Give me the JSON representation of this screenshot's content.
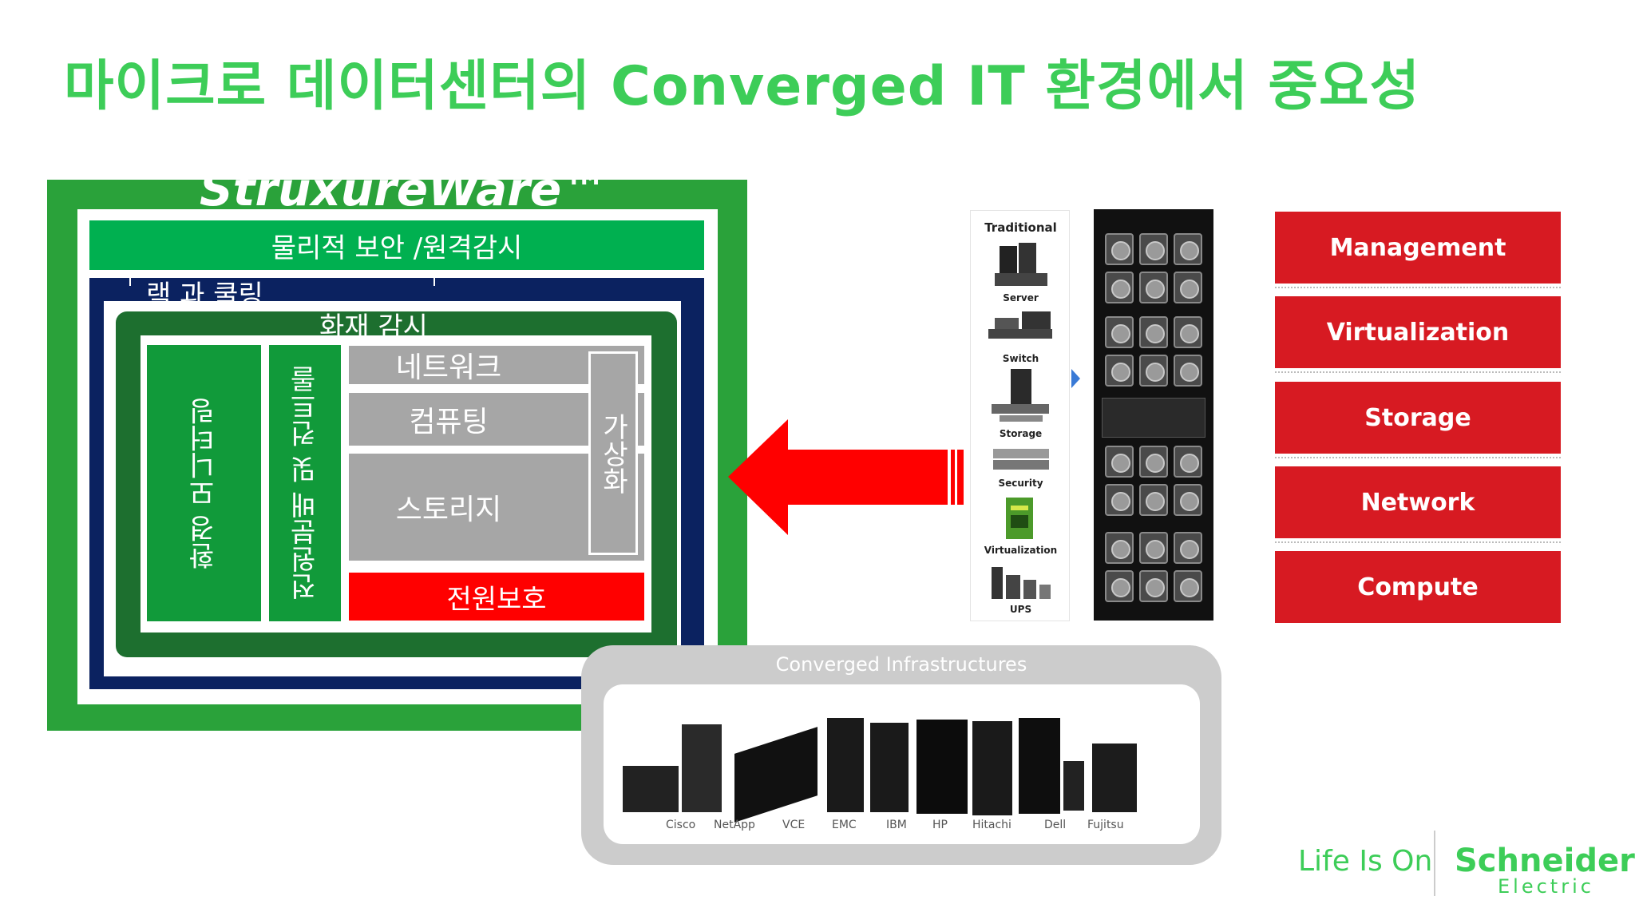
{
  "title": "마이크로 데이터센터의 Converged IT 환경에서 중요성",
  "left_diagram": {
    "logo": "StruxureWare™",
    "physical_security": "물리적 보안 /원격감시",
    "rack_cooling": "랙 과 쿨링",
    "fire_monitoring": "화재 감시",
    "env_monitoring": "환경 모니터링",
    "power_distribution": "전원분배 및 컨트롤",
    "network": "네트워크",
    "computing": "컴퓨팅",
    "storage": "스토리지",
    "virtualization": "가상화",
    "power_protection": "전원보호"
  },
  "traditional": {
    "title": "Traditional",
    "items": [
      "Server",
      "Switch",
      "Storage",
      "Security",
      "Virtualization",
      "UPS"
    ]
  },
  "stack": [
    "Management",
    "Virtualization",
    "Storage",
    "Network",
    "Compute"
  ],
  "converged": {
    "title": "Converged Infrastructures",
    "vendors": [
      "Cisco",
      "NetApp",
      "VCE",
      "EMC",
      "IBM",
      "HP",
      "Hitachi",
      "Dell",
      "Fujitsu"
    ]
  },
  "footer": {
    "tagline": "Life Is On",
    "brand": "Schneider",
    "brand_sub": "Electric"
  },
  "colors": {
    "title_green": "#3dcd58",
    "outer_green": "#2aa23a",
    "navy": "#0b2260",
    "dark_green": "#1d6f2f",
    "red": "#ff0000",
    "stack_red": "#d71a22",
    "gray": "#a6a6a6"
  },
  "icons": [
    "arrow-left-icon",
    "triangle-right-icon",
    "server-icon",
    "switch-icon",
    "storage-icon",
    "security-icon",
    "virtualization-icon",
    "ups-icon",
    "schneider-logo-icon"
  ]
}
